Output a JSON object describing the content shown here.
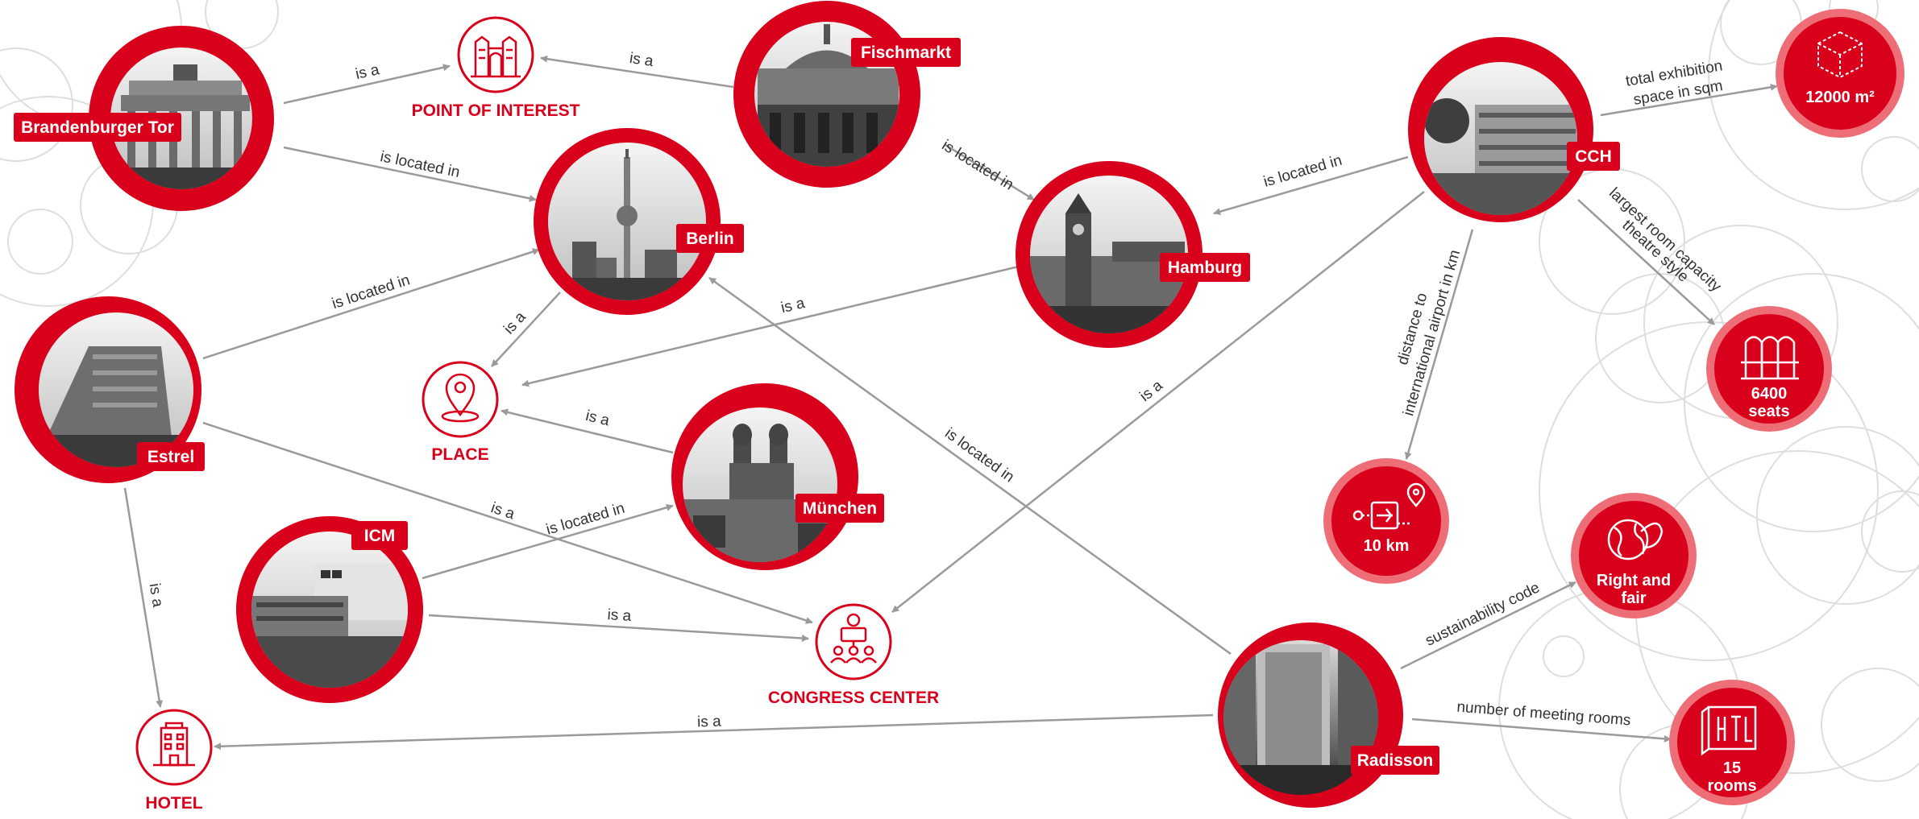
{
  "colors": {
    "accent": "#d9001b",
    "accent_light": "#ee6e78",
    "edge": "#9a9a9a",
    "deco": "#dddddd"
  },
  "entities": {
    "brandenburger_tor": "Brandenburger Tor",
    "fischmarkt": "Fischmarkt",
    "berlin": "Berlin",
    "hamburg": "Hamburg",
    "cch": "CCH",
    "estrel": "Estrel",
    "muenchen": "München",
    "icm": "ICM",
    "radisson": "Radisson"
  },
  "types": {
    "point_of_interest": "POINT OF INTEREST",
    "place": "PLACE",
    "congress_center": "CONGRESS CENTER",
    "hotel": "HOTEL"
  },
  "values": {
    "exhibition_space": "12000 m²",
    "seats_num": "6400",
    "seats_unit": "seats",
    "distance": "10 km",
    "sustain_1": "Right and",
    "sustain_2": "fair",
    "rooms_num": "15",
    "rooms_unit": "rooms"
  },
  "icons": {
    "point_of_interest": "building-facade-icon",
    "place": "map-pin-icon",
    "congress_center": "presenter-audience-icon",
    "hotel": "hotel-building-icon",
    "exhibition_space": "cube-icon",
    "seats": "theatre-seats-icon",
    "distance": "airport-route-icon",
    "sustainability": "globe-leaf-icon",
    "rooms": "meeting-room-icon"
  },
  "edges": {
    "is_a": "is a",
    "is_located_in": "is located in",
    "total_exhibition_1": "total exhibition",
    "total_exhibition_2": "space in sqm",
    "largest_room_1": "largest room capacity",
    "largest_room_2": "theatre style",
    "distance_1": "distance to",
    "distance_2": "international airport in km",
    "sustainability_code": "sustainability code",
    "meeting_rooms": "number of meeting rooms"
  }
}
